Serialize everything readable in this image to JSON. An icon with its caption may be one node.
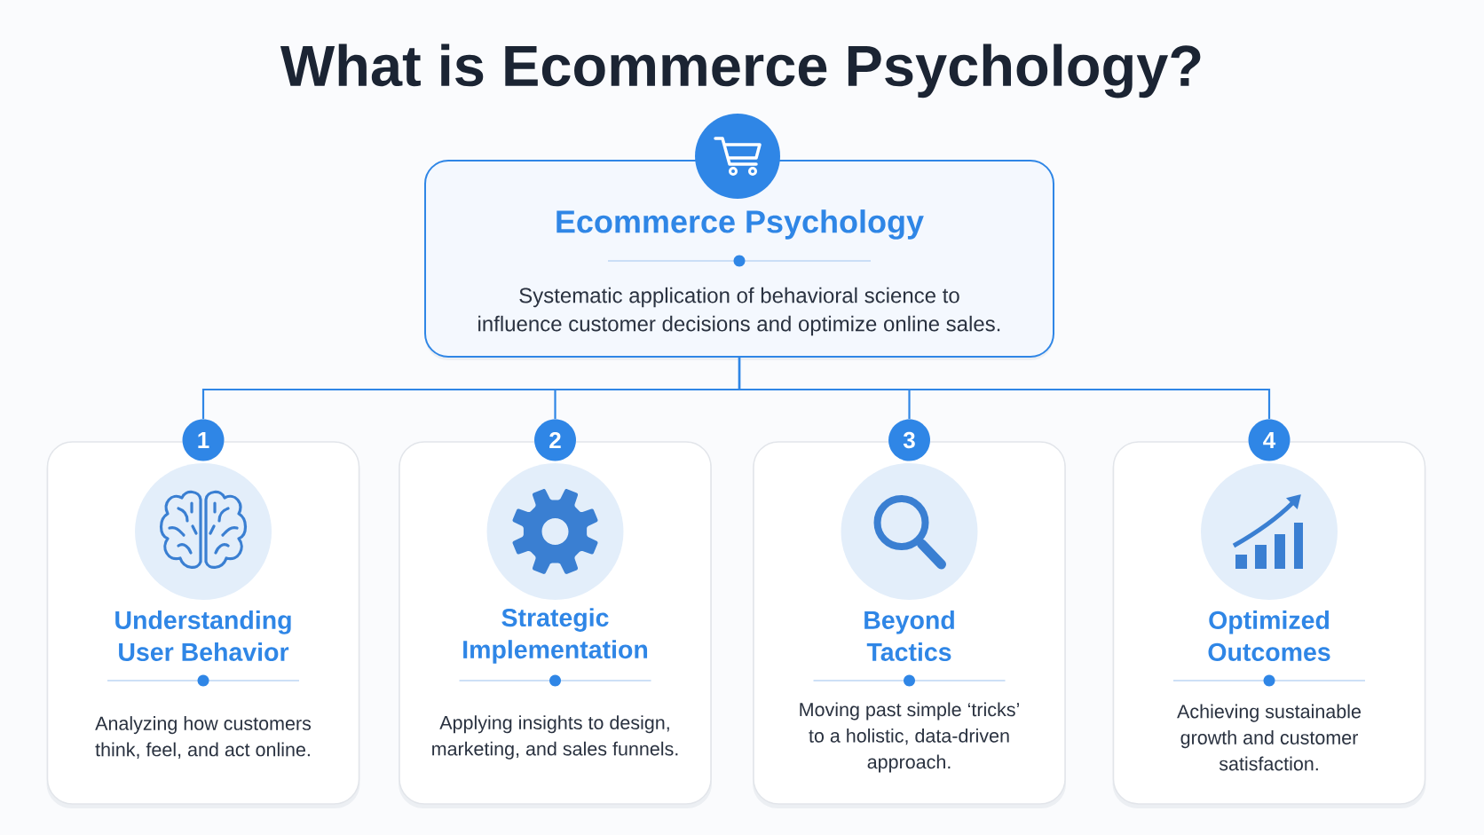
{
  "diagram": {
    "title": "What is Ecommerce Psychology?",
    "nodes": [
      {
        "text": [
          "Ecommerce Psychology",
          "Systematic application of behavioral science to influence customer decisions and optimize online sales."
        ]
      },
      {
        "text": [
          "1"
        ]
      },
      {
        "text": [
          "Understanding User Behavior",
          "Analyzing how customers think, feel, and act online."
        ]
      },
      {
        "text": [
          "2"
        ]
      },
      {
        "text": [
          "Strategic Implementation",
          "Applying insights to design, marketing, and sales funnels."
        ]
      },
      {
        "text": [
          "3"
        ]
      },
      {
        "text": [
          "Beyond Tactics",
          "Moving past simple ‘tricks’ to a holistic, data-driven approach."
        ]
      },
      {
        "text": [
          "4"
        ]
      },
      {
        "text": [
          "Optimized Outcomes",
          "Achieving sustainable growth and customer satisfaction."
        ]
      }
    ],
    "edges": [
      {
        "from": 0,
        "to": 1,
        "arrow": "none"
      },
      {
        "from": 0,
        "to": 3,
        "arrow": "none"
      },
      {
        "from": 0,
        "to": 5,
        "arrow": "none"
      },
      {
        "from": 0,
        "to": 7,
        "arrow": "none"
      }
    ]
  }
}
